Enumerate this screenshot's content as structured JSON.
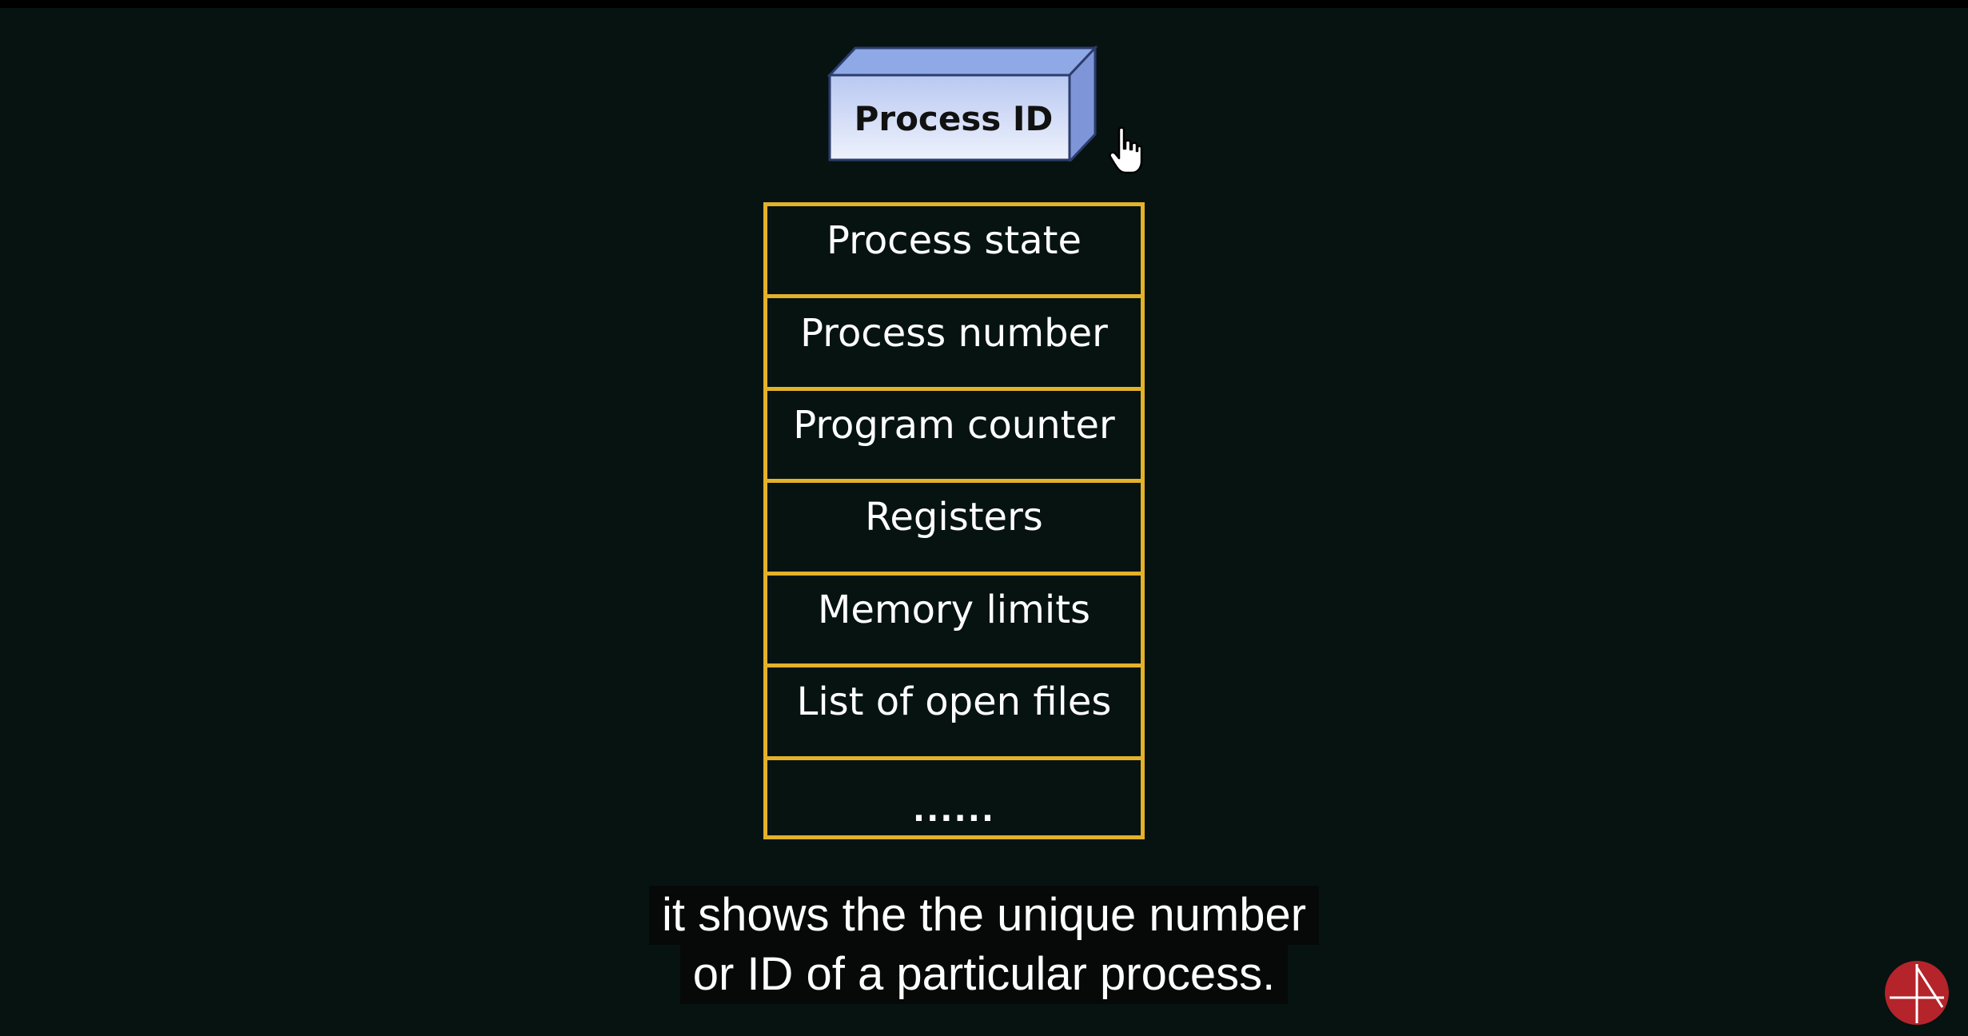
{
  "diagram": {
    "header_box": {
      "label": "Process ID",
      "front_color": "#cdd7f4",
      "top_color": "#8fa9e6",
      "side_color": "#7e96d8",
      "edge_color": "#2c3d6e"
    },
    "rows": [
      {
        "label": "Process state"
      },
      {
        "label": "Process number"
      },
      {
        "label": "Program counter"
      },
      {
        "label": "Registers"
      },
      {
        "label": "Memory limits"
      },
      {
        "label": "List of open files"
      },
      {
        "label": "......"
      }
    ],
    "border_color": "#e3b22b",
    "background_color": "#061311"
  },
  "cursor": {
    "icon": "hand-pointer-icon"
  },
  "captions": {
    "line1": "it shows the the unique number",
    "line2": "or ID of a particular process."
  },
  "logo": {
    "icon": "channel-logo-icon",
    "color": "#b5242b"
  }
}
